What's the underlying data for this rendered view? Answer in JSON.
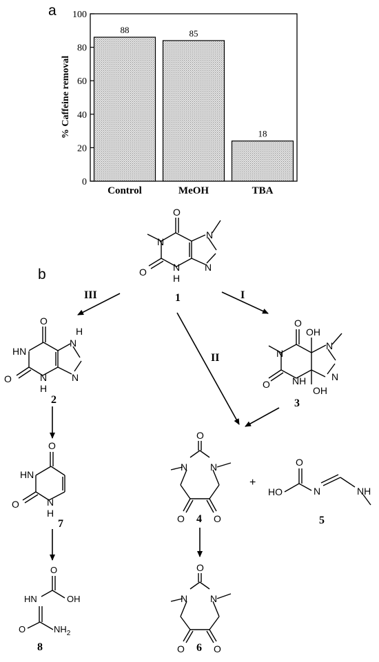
{
  "panel_a_label": "a",
  "panel_b_label": "b",
  "chart_data": {
    "type": "bar",
    "categories": [
      "Control",
      "MeOH",
      "TBA"
    ],
    "values": [
      86,
      84,
      24
    ],
    "data_labels": [
      "88",
      "85",
      "18"
    ],
    "ylabel": "% Caffeine removal",
    "xlabel": "",
    "ylim": [
      0,
      100
    ],
    "yticks": [
      0,
      20,
      40,
      60,
      80,
      100
    ],
    "grid": false,
    "bar_fill": "dotted-gray"
  },
  "scheme": {
    "route_labels": {
      "I": "I",
      "II": "II",
      "III": "III"
    },
    "compound_numbers": {
      "c1": "1",
      "c2": "2",
      "c3": "3",
      "c4": "4",
      "c5": "5",
      "c6": "6",
      "c7": "7",
      "c8": "8"
    },
    "plus_sign": "+",
    "atom_labels": {
      "c1": {
        "N_left": "N",
        "N_right": "N",
        "N_imine": "N",
        "NH": "N",
        "H": "H",
        "O_top": "O",
        "O_left": "O"
      },
      "c2": {
        "HN": "HN",
        "NH_top": "H",
        "N_top": "N",
        "NH_bottom": "N",
        "H_bottom": "H",
        "N_imine": "N",
        "O_top": "O",
        "O_left": "O"
      },
      "c3": {
        "N_left": "N",
        "N_right": "N",
        "N_imine": "N",
        "NH": "NH",
        "OH_top": "OH",
        "OH_bottom": "OH",
        "O_top": "O",
        "O_left": "O"
      },
      "c4": {
        "N_left": "N",
        "N_right": "N",
        "O_top": "O",
        "O_bl": "O",
        "O_br": "O"
      },
      "c5": {
        "HO": "HO",
        "O_top": "O",
        "N": "N",
        "NH": "NH"
      },
      "c6": {
        "N_left": "N",
        "N_right": "N",
        "O_top": "O",
        "O_bl": "O",
        "O_br": "O"
      },
      "c7": {
        "HN": "HN",
        "O_top": "O",
        "O_left": "O",
        "N": "N",
        "H": "H"
      },
      "c8": {
        "HN": "HN",
        "O_top": "O",
        "OH": "OH",
        "O_left": "O",
        "NH2": "NH",
        "sub2": "2"
      }
    }
  }
}
